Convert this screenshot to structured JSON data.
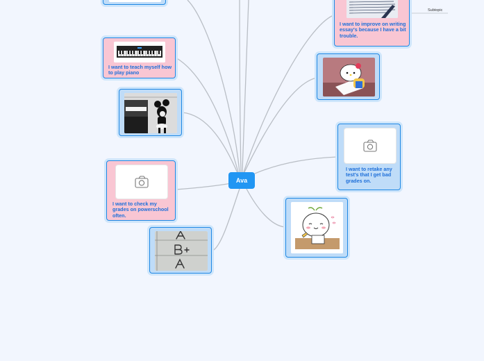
{
  "center": {
    "label": "Ava"
  },
  "subtopic": {
    "label": "Subtopic"
  },
  "nodes": {
    "piano": {
      "text": "I want to teach myself how to play piano"
    },
    "essay": {
      "text": "I want to improve on writing essay's because I have a bit trouble."
    },
    "retake": {
      "text": "I want to retake any test's that I get bad grades on."
    },
    "grades": {
      "text": "I want to check my grades on powerschool often."
    }
  },
  "icons": {
    "camera": "camera-icon"
  },
  "colors": {
    "accent": "#2196f3",
    "node_border": "#1e88e5",
    "pink": "#f9c6d3",
    "blue": "#bfdcf8",
    "link_text": "#1e6fd9",
    "connector": "#b9bec5"
  }
}
